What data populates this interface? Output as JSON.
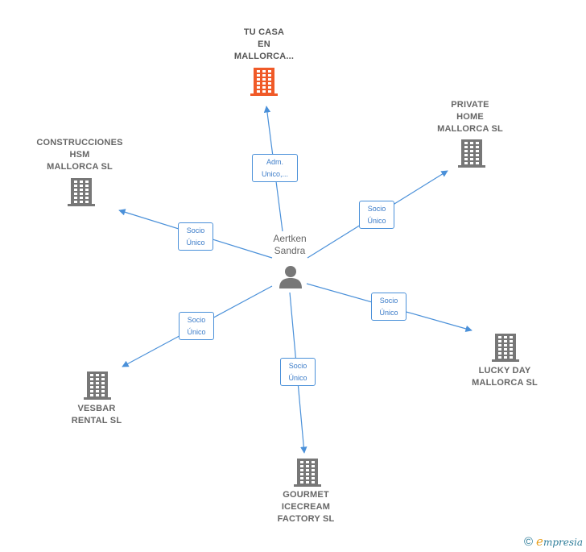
{
  "center": {
    "name_line1": "Aertken",
    "name_line2": "Sandra",
    "icon": "person-icon"
  },
  "companies": [
    {
      "id": "tu-casa",
      "lines": [
        "TU CASA",
        "EN",
        "MALLORCA..."
      ],
      "color": "#f05a28",
      "highlight": true
    },
    {
      "id": "private-home",
      "lines": [
        "PRIVATE",
        "HOME",
        "MALLORCA  SL"
      ],
      "color": "#777777"
    },
    {
      "id": "construcciones",
      "lines": [
        "CONSTRUCCIONES",
        "HSM",
        "MALLORCA  SL"
      ],
      "color": "#777777"
    },
    {
      "id": "lucky-day",
      "lines": [
        "LUCKY DAY",
        "MALLORCA  SL"
      ],
      "color": "#777777"
    },
    {
      "id": "vesbar",
      "lines": [
        "VESBAR",
        "RENTAL  SL"
      ],
      "color": "#777777"
    },
    {
      "id": "gourmet",
      "lines": [
        "GOURMET",
        "ICECREAM",
        "FACTORY SL"
      ],
      "color": "#777777"
    }
  ],
  "relations": [
    {
      "target": "tu-casa",
      "lines": [
        "Adm.",
        "Unico,..."
      ]
    },
    {
      "target": "private-home",
      "lines": [
        "Socio",
        "Único"
      ]
    },
    {
      "target": "construcciones",
      "lines": [
        "Socio",
        "Único"
      ]
    },
    {
      "target": "lucky-day",
      "lines": [
        "Socio",
        "Único"
      ]
    },
    {
      "target": "vesbar",
      "lines": [
        "Socio",
        "Único"
      ]
    },
    {
      "target": "gourmet",
      "lines": [
        "Socio",
        "Único"
      ]
    }
  ],
  "colors": {
    "edge": "#4a90d9",
    "building": "#777777",
    "highlight": "#f05a28"
  },
  "footer": {
    "copyright": "©",
    "brand_initial": "e",
    "brand_rest": "mpresia"
  }
}
